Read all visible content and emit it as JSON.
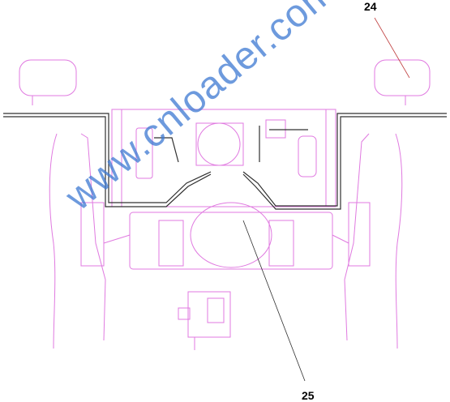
{
  "callouts": {
    "part_24": "24",
    "part_25": "25"
  },
  "watermark": "www.cnloader.com",
  "colors": {
    "line_magenta": "#e07ae0",
    "line_dark": "#303030",
    "leader_red": "#c04040",
    "watermark_blue": "#3c78d2",
    "background": "#ffffff"
  }
}
